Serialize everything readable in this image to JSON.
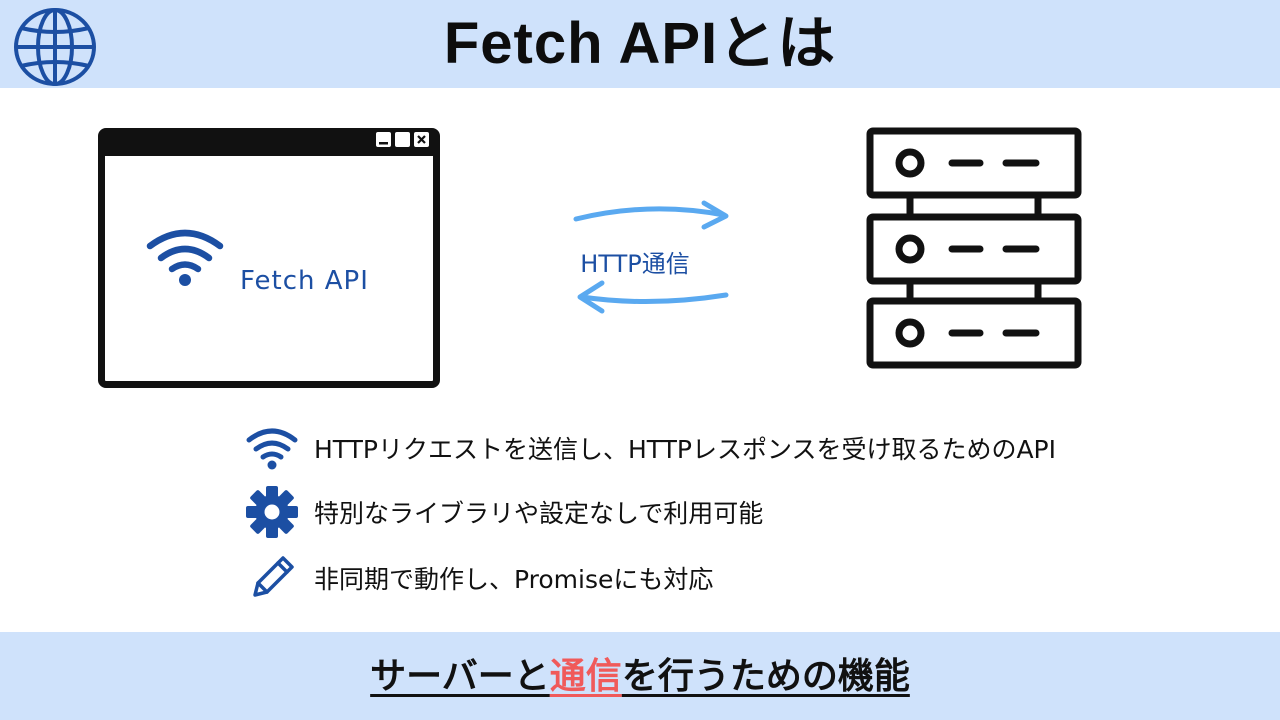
{
  "header": {
    "title": "Fetch APIとは",
    "icon": "globe-icon"
  },
  "browser": {
    "label": "Fetch API",
    "icon": "wifi-icon",
    "controls": [
      "minimize-icon",
      "maximize-icon",
      "close-icon"
    ]
  },
  "connection": {
    "label": "HTTP通信"
  },
  "server": {
    "icon": "server-icon"
  },
  "features": [
    {
      "icon": "wifi-icon",
      "text": "HTTPリクエストを送信し、HTTPレスポンスを受け取るためのAPI"
    },
    {
      "icon": "gear-icon",
      "text": "特別なライブラリや設定なしで利用可能"
    },
    {
      "icon": "pencil-icon",
      "text": "非同期で動作し、Promiseにも対応"
    }
  ],
  "banner": {
    "text_before": "サーバーと",
    "text_highlight": "通信",
    "text_after": "を行うための機能"
  },
  "colors": {
    "header_bg": "#cfe2fb",
    "accent_blue": "#1c4fa3",
    "arrow_blue": "#5aa9f0",
    "highlight_red": "#f05a5a"
  }
}
